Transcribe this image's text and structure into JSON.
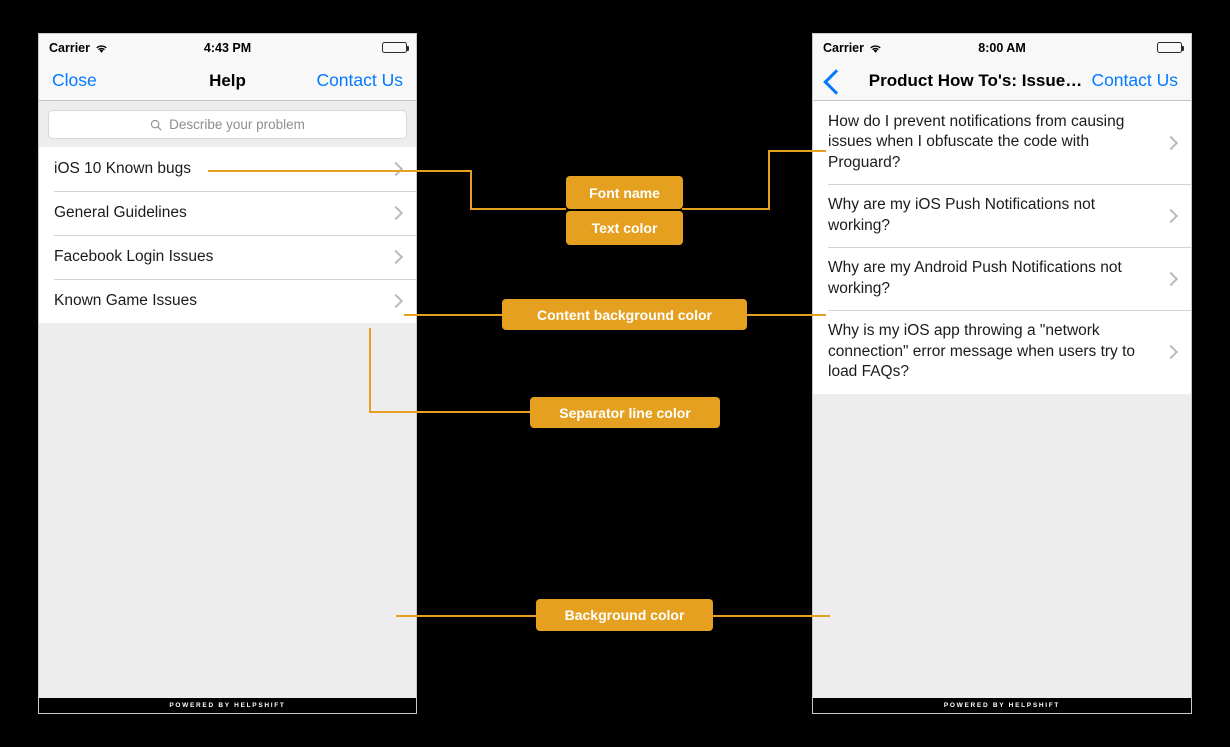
{
  "left_phone": {
    "status_bar": {
      "carrier": "Carrier",
      "time": "4:43 PM",
      "wifi_icon": "wifi-icon",
      "battery_icon": "battery-full-icon"
    },
    "nav": {
      "left_button": "Close",
      "title": "Help",
      "right_button": "Contact Us"
    },
    "search": {
      "placeholder": "Describe your problem",
      "icon": "search-icon"
    },
    "list": [
      {
        "label": "iOS 10 Known bugs"
      },
      {
        "label": "General Guidelines"
      },
      {
        "label": "Facebook Login Issues"
      },
      {
        "label": "Known Game Issues"
      }
    ],
    "footer": "POWERED BY HELPSHIFT"
  },
  "right_phone": {
    "status_bar": {
      "carrier": "Carrier",
      "time": "8:00 AM",
      "wifi_icon": "wifi-icon",
      "battery_icon": "battery-full-icon"
    },
    "nav": {
      "back_icon": "back-chevron-icon",
      "title": "Product How To's: Issue…",
      "right_button": "Contact Us"
    },
    "list": [
      {
        "label": "How do I prevent notifications from causing issues when I obfuscate the code with Proguard?"
      },
      {
        "label": "Why are my iOS Push Notifications not working?"
      },
      {
        "label": "Why are my Android Push Notifications not working?"
      },
      {
        "label": "Why is my iOS app throwing a \"network connection\" error message when users try to load FAQs?"
      }
    ],
    "footer": "POWERED BY HELPSHIFT"
  },
  "annotations": [
    {
      "label": "Font name"
    },
    {
      "label": "Text color"
    },
    {
      "label": "Content background color"
    },
    {
      "label": "Separator line color"
    },
    {
      "label": "Background color"
    }
  ],
  "colors": {
    "annotation": "#e5a020",
    "accent_blue": "#0479ff",
    "background": "#ededed",
    "content_background": "#ffffff",
    "separator": "#d3d3d3",
    "page": "#000000"
  }
}
